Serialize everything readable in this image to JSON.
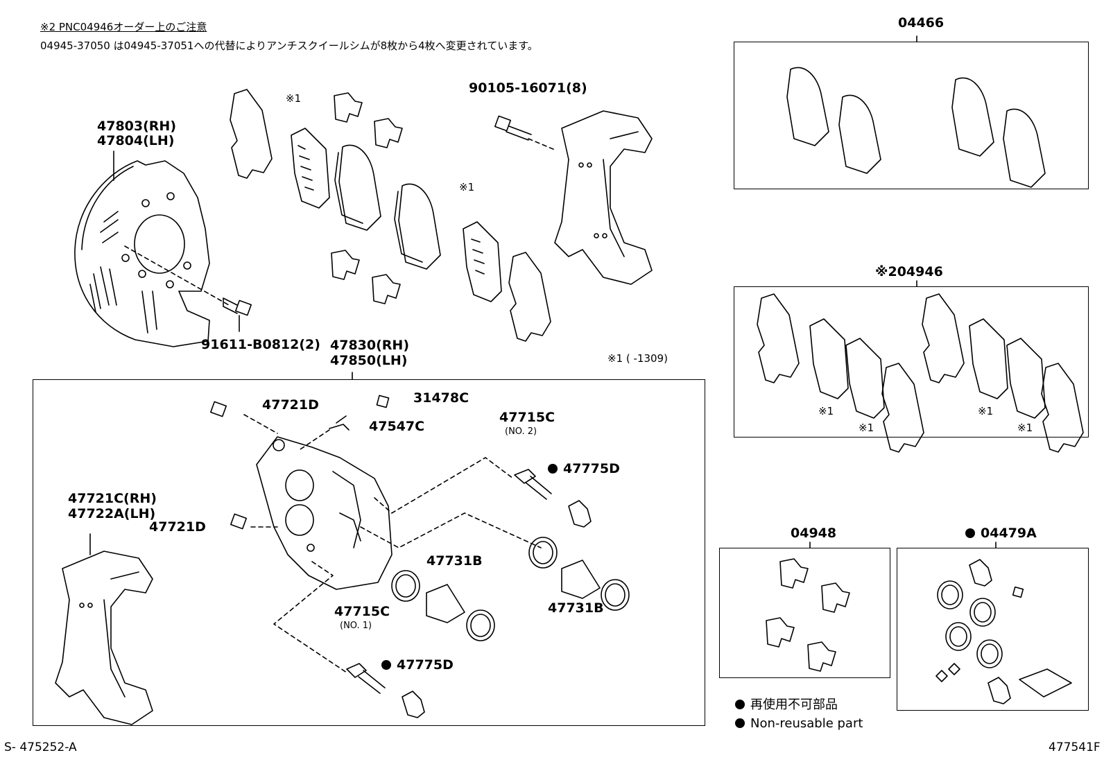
{
  "header": {
    "note_title": "※2 PNC04946オーダー上のご注意",
    "note_body": "04945-37050 は04945-37051への代替によりアンチスクイールシムが8枚から4枚へ変更されています。"
  },
  "parts": {
    "p47803": "47803(RH)",
    "p47804": "47804(LH)",
    "p91611": "91611-B0812(2)",
    "p90105": "90105-16071(8)",
    "p47830": "47830(RH)",
    "p47850": "47850(LH)",
    "p47721D_a": "47721D",
    "p47721D_b": "47721D",
    "p31478C": "31478C",
    "p47547C": "47547C",
    "p47715C_2": "47715C",
    "p47715C_2_sub": "(NO. 2)",
    "p47775D_a": "47775D",
    "p47775D_b": "47775D",
    "p47721C": "47721C(RH)",
    "p47722A": "47722A(LH)",
    "p47731B_a": "47731B",
    "p47731B_b": "47731B",
    "p47715C_1": "47715C",
    "p47715C_1_sub": "(NO. 1)",
    "p04466": "04466",
    "p04946": "※204946",
    "p04948": "04948",
    "p04479A": "04479A",
    "mark1_a": "※1",
    "mark1_b": "※1",
    "mark1_range": "※1 (      -1309)",
    "kit_mark_1": "※1",
    "kit_mark_2": "※1",
    "kit_mark_3": "※1",
    "kit_mark_4": "※1"
  },
  "legend": {
    "jp": "再使用不可部品",
    "en": "Non-reusable part"
  },
  "footer": {
    "left_code": "S- 475252-A",
    "right_code": "477541F"
  }
}
